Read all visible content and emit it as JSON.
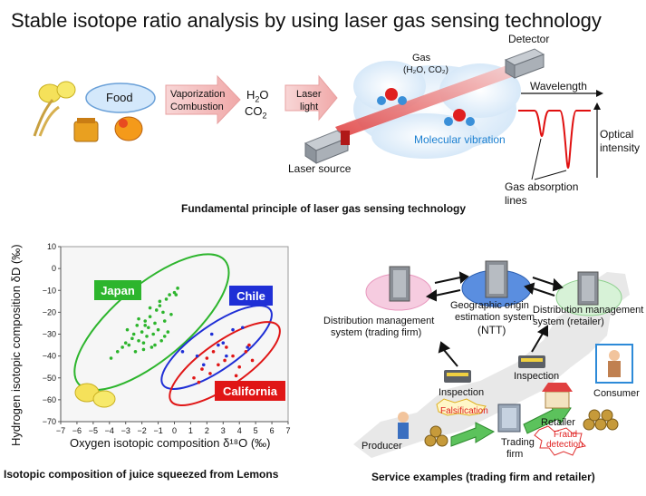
{
  "title": "Stable isotope ratio analysis by using laser gas sensing technology",
  "principle": {
    "food_label": "Food",
    "process_line1": "Vaporization",
    "process_line2": "Combustion",
    "h2o": "H",
    "h2o_sub": "2",
    "h2o_end": "O",
    "co2": "CO",
    "co2_sub": "2",
    "laser_light_line1": "Laser",
    "laser_light_line2": "light",
    "gas_line1": "Gas",
    "gas_line2": "(H₂O, CO₂)",
    "detector": "Detector",
    "wavelength": "Wavelength",
    "molecular_vibration": "Molecular vibration",
    "optical_line1": "Optical",
    "optical_line2": "intensity",
    "laser_source": "Laser source",
    "absorption_line1": "Gas absorption",
    "absorption_line2": "lines",
    "caption": "Fundamental principle of laser gas sensing technology"
  },
  "chart_data": {
    "type": "scatter",
    "xlabel": "Oxygen isotopic composition δ¹⁸O (‰)",
    "ylabel": "Hydrogen isotopic composition δD (‰)",
    "xlim": [
      -7,
      7
    ],
    "ylim": [
      -70,
      10
    ],
    "xticks": [
      -7,
      -6,
      -5,
      -4,
      -3,
      -2,
      -1,
      0,
      1,
      2,
      3,
      4,
      5,
      6,
      7
    ],
    "yticks": [
      10,
      0,
      -10,
      -20,
      -30,
      -40,
      -50,
      -60,
      -70
    ],
    "series": [
      {
        "name": "Japan",
        "color": "#2db52d",
        "x": [
          -3.9,
          -3.5,
          -3.2,
          -3.0,
          -2.8,
          -2.6,
          -2.5,
          -2.3,
          -2.2,
          -2.0,
          -1.9,
          -1.8,
          -1.7,
          -1.6,
          -1.5,
          -1.4,
          -1.3,
          -1.2,
          -1.1,
          -1.0,
          -0.9,
          -0.8,
          -0.7,
          -0.6,
          -0.5,
          -0.4,
          -0.3,
          -0.2,
          0.0,
          0.2,
          -2.4,
          -1.9,
          -1.2,
          -0.6,
          -2.9,
          -1.5,
          -0.9,
          0.1,
          -1.8,
          -2.2
        ],
        "y": [
          -41,
          -38,
          -36,
          -34,
          -35,
          -32,
          -30,
          -26,
          -33,
          -29,
          -34,
          -24,
          -31,
          -27,
          -22,
          -36,
          -30,
          -25,
          -19,
          -28,
          -17,
          -33,
          -20,
          -24,
          -14,
          -29,
          -12,
          -21,
          -11,
          -9,
          -38,
          -37,
          -35,
          -31,
          -28,
          -18,
          -15,
          -12,
          -26,
          -23
        ]
      },
      {
        "name": "Chile",
        "color": "#1f2fd6",
        "x": [
          0.5,
          1.4,
          2.3,
          3.0,
          3.6,
          4.2,
          3.2,
          2.7,
          1.8,
          4.5
        ],
        "y": [
          -38,
          -40,
          -30,
          -34,
          -28,
          -27,
          -40,
          -35,
          -44,
          -36
        ]
      },
      {
        "name": "California",
        "color": "#e01616",
        "x": [
          1.2,
          1.7,
          2.2,
          2.7,
          3.1,
          3.6,
          4.0,
          4.4,
          4.8,
          3.2,
          2.0,
          1.5,
          3.8,
          4.6,
          2.4
        ],
        "y": [
          -50,
          -46,
          -48,
          -44,
          -42,
          -40,
          -45,
          -38,
          -42,
          -36,
          -41,
          -52,
          -49,
          -35,
          -38
        ]
      }
    ],
    "caption": "Isotopic composition of juice squeezed from Lemons"
  },
  "service": {
    "dms_trading_line1": "Distribution management",
    "dms_trading_line2": "system (trading firm)",
    "geo_line1": "Geographic origin",
    "geo_line2": "estimation system",
    "geo_line3": "(NTT)",
    "dms_retailer_line1": "Distribution management",
    "dms_retailer_line2": "system (retailer)",
    "inspection_left": "Inspection",
    "inspection_right": "Inspection",
    "consumer": "Consumer",
    "falsification": "Falsification",
    "retailer": "Retailer",
    "fraud_line1": "Fraud",
    "fraud_line2": "detection",
    "producer": "Producer",
    "trading_line1": "Trading",
    "trading_line2": "firm",
    "caption": "Service examples (trading firm and retailer)"
  }
}
